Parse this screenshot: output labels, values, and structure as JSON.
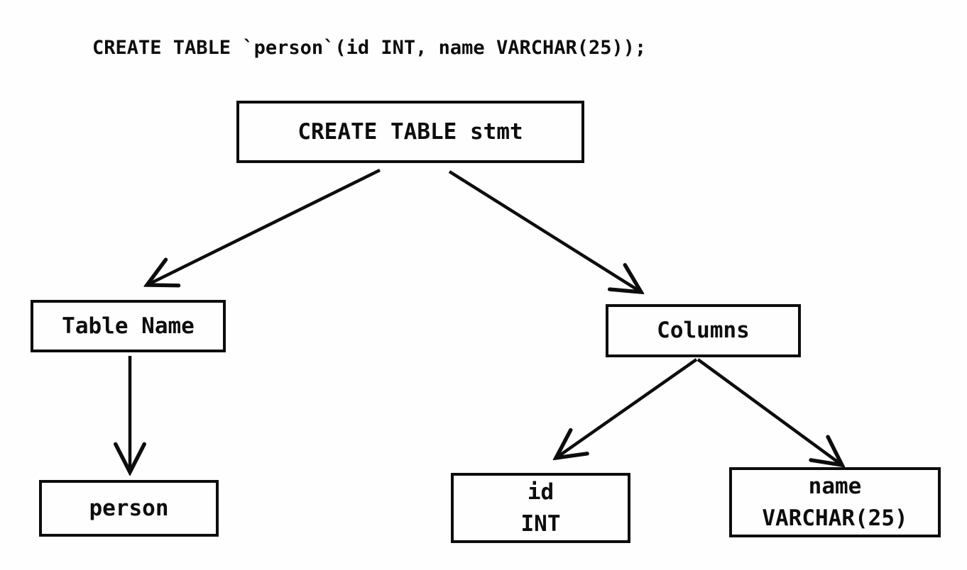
{
  "page": {
    "background_color": "#fefefe",
    "ink_color": "#0d0d0d"
  },
  "sql_statement": "CREATE TABLE `person`(id INT, name VARCHAR(25));",
  "tree": {
    "root": {
      "label": "CREATE TABLE stmt"
    },
    "table_name": {
      "label": "Table Name"
    },
    "columns": {
      "label": "Columns"
    },
    "person": {
      "label": "person"
    },
    "id_column": {
      "line1": "id",
      "line2": "INT"
    },
    "name_column": {
      "line1": "name",
      "line2": "VARCHAR(25)"
    }
  },
  "edges": [
    {
      "from": "CREATE TABLE stmt",
      "to": "Table Name"
    },
    {
      "from": "CREATE TABLE stmt",
      "to": "Columns"
    },
    {
      "from": "Table Name",
      "to": "person"
    },
    {
      "from": "Columns",
      "to": "id INT"
    },
    {
      "from": "Columns",
      "to": "name VARCHAR(25)"
    }
  ]
}
